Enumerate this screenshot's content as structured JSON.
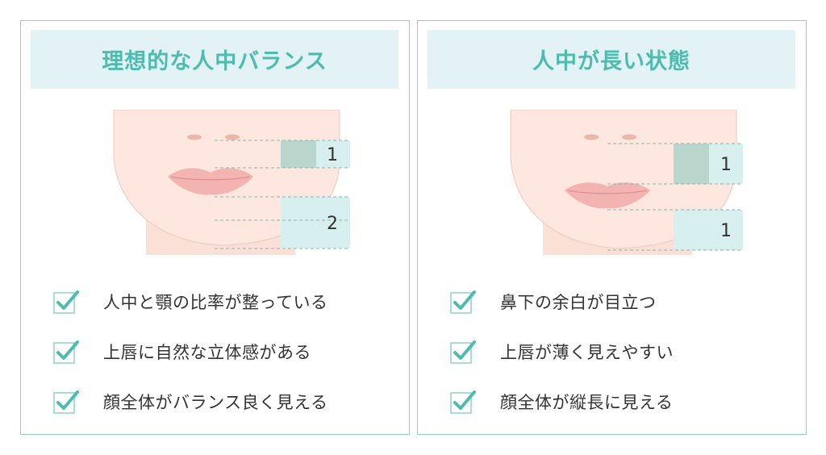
{
  "colors": {
    "accent": "#4dbcb0",
    "header_bg": "#e3f2f4",
    "border": "#8fd1c8",
    "skin": "#fde7df",
    "lip": "#f2b3b1",
    "band_light": "#d8efef",
    "band_dark": "#b9d6cc"
  },
  "left_panel": {
    "title": "理想的な人中バランス",
    "ratio_upper": "1",
    "ratio_lower": "2",
    "checks": [
      {
        "label": "人中と顎の比率が整っている"
      },
      {
        "label": "上唇に自然な立体感がある"
      },
      {
        "label": "顔全体がバランス良く見える"
      }
    ]
  },
  "right_panel": {
    "title": "人中が長い状態",
    "ratio_upper": "1",
    "ratio_lower": "1",
    "checks": [
      {
        "label": "鼻下の余白が目立つ"
      },
      {
        "label": "上唇が薄く見えやすい"
      },
      {
        "label": "顔全体が縦長に見える"
      }
    ]
  }
}
